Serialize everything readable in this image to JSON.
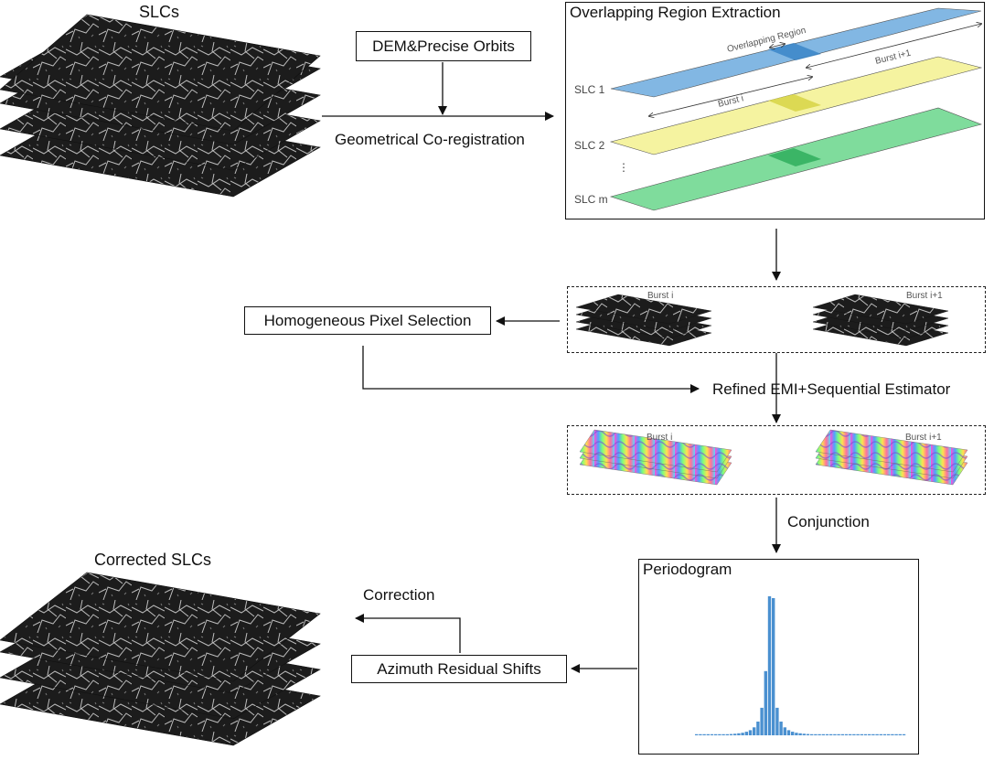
{
  "diagram": {
    "slcs_title": "SLCs",
    "corrected_title": "Corrected SLCs",
    "dem_box": "DEM&Precise Orbits",
    "georeg_label": "Geometrical Co-registration",
    "overlap_panel": {
      "title": "Overlapping Region Extraction",
      "overlap_label": "Overlapping Region",
      "burst_i": "Burst  i",
      "burst_i1": "Burst  i+1",
      "slc1": "SLC 1",
      "slc2": "SLC 2",
      "slcm": "SLC m",
      "ellipsis": "⋮",
      "colors": {
        "slc1": "#82b7e3",
        "slc2": "#f5f3a0",
        "slcm": "#7fdc9c"
      }
    },
    "homog_box": "Homogeneous Pixel Selection",
    "burst_stack_i": "Burst  i",
    "burst_stack_i1": "Burst  i+1",
    "estimator_label": "Refined EMI+Sequential Estimator",
    "phase_i": "Burst  i",
    "phase_i1": "Burst  i+1",
    "conjunction_label": "Conjunction",
    "periodogram_title": "Periodogram",
    "periodogram_bar_color": "#4a90d0",
    "azimuth_box": "Azimuth Residual Shifts",
    "correction_label": "Correction"
  }
}
